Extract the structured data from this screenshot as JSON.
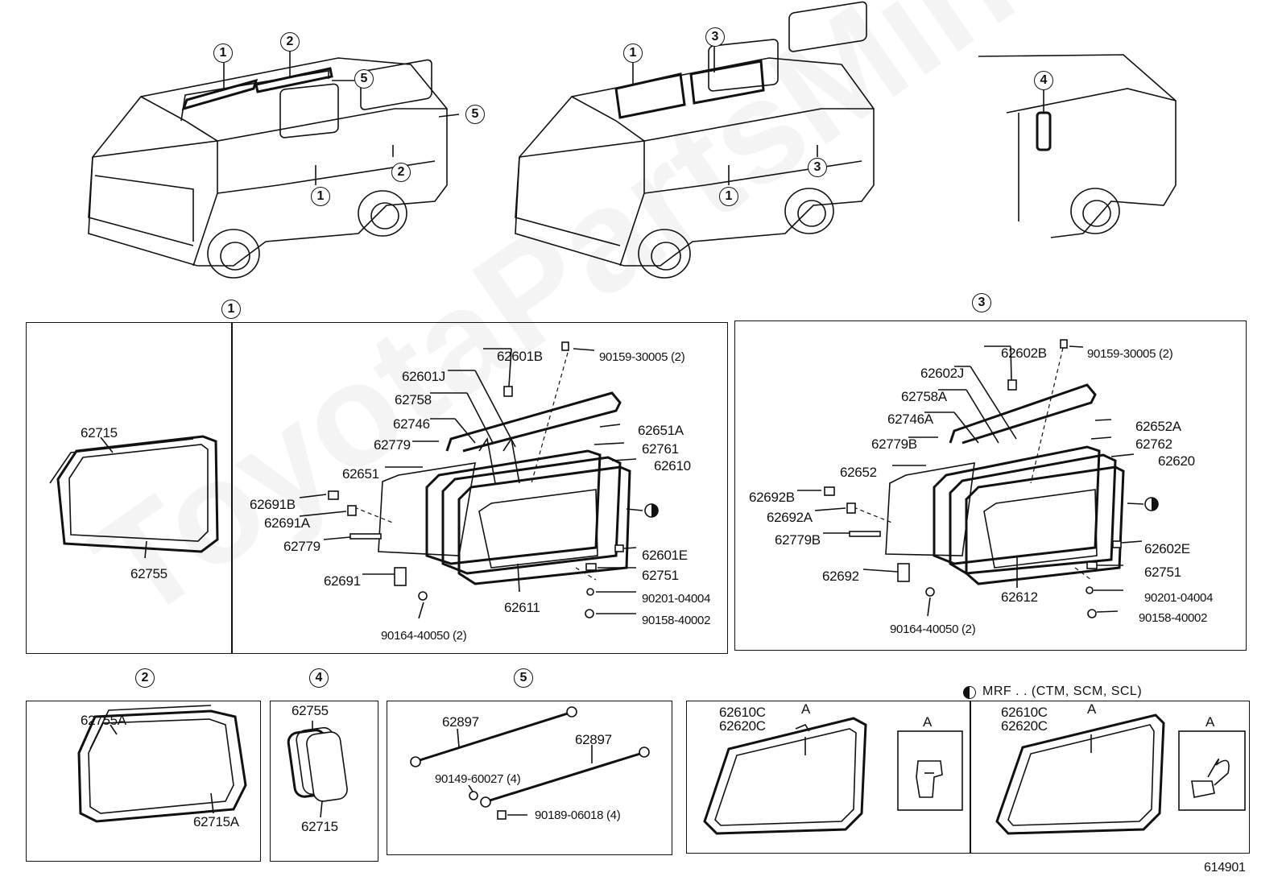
{
  "watermark": "ToyotaPartsMiner.ru",
  "diagram_id": "614901",
  "note": "MRF . . (CTM, SCM, SCL)",
  "circles": {
    "c1": "1",
    "c2": "2",
    "c3": "3",
    "c4": "4",
    "c5": "5"
  },
  "callouts_top": {
    "van1": [
      "1",
      "2",
      "5",
      "5",
      "2",
      "1"
    ],
    "van2": [
      "1",
      "3",
      "1",
      "3"
    ],
    "van3": [
      "4"
    ]
  },
  "panel1_left": {
    "top": "62715",
    "bottom": "62755"
  },
  "panel1_right": [
    "62601B",
    "90159-30005 (2)",
    "62601J",
    "62758",
    "62746",
    "62651A",
    "62779",
    "62761",
    "62651",
    "62610",
    "62691B",
    "62691A",
    "62779",
    "62601E",
    "62751",
    "62691",
    "62611",
    "90201-04004",
    "90158-40002",
    "90164-40050 (2)"
  ],
  "panel3": [
    "62602B",
    "90159-30005 (2)",
    "62602J",
    "62758A",
    "62746A",
    "62652A",
    "62779B",
    "62762",
    "62652",
    "62620",
    "62692B",
    "62692A",
    "62779B",
    "62602E",
    "62751",
    "62692",
    "62612",
    "90201-04004",
    "90158-40002",
    "90164-40050 (2)"
  ],
  "panel2": {
    "top": "62755A",
    "bottom": "62715A"
  },
  "panel4": {
    "top": "62755",
    "bottom": "62715"
  },
  "panel5": [
    "62897",
    "62897",
    "90149-60027 (4)",
    "90189-06018 (4)"
  ],
  "mrf_left": {
    "a": "62610C",
    "b": "62620C",
    "arrow": "A",
    "detail": "A"
  },
  "mrf_right": {
    "a": "62610C",
    "b": "62620C",
    "arrow": "A",
    "detail": "A"
  }
}
